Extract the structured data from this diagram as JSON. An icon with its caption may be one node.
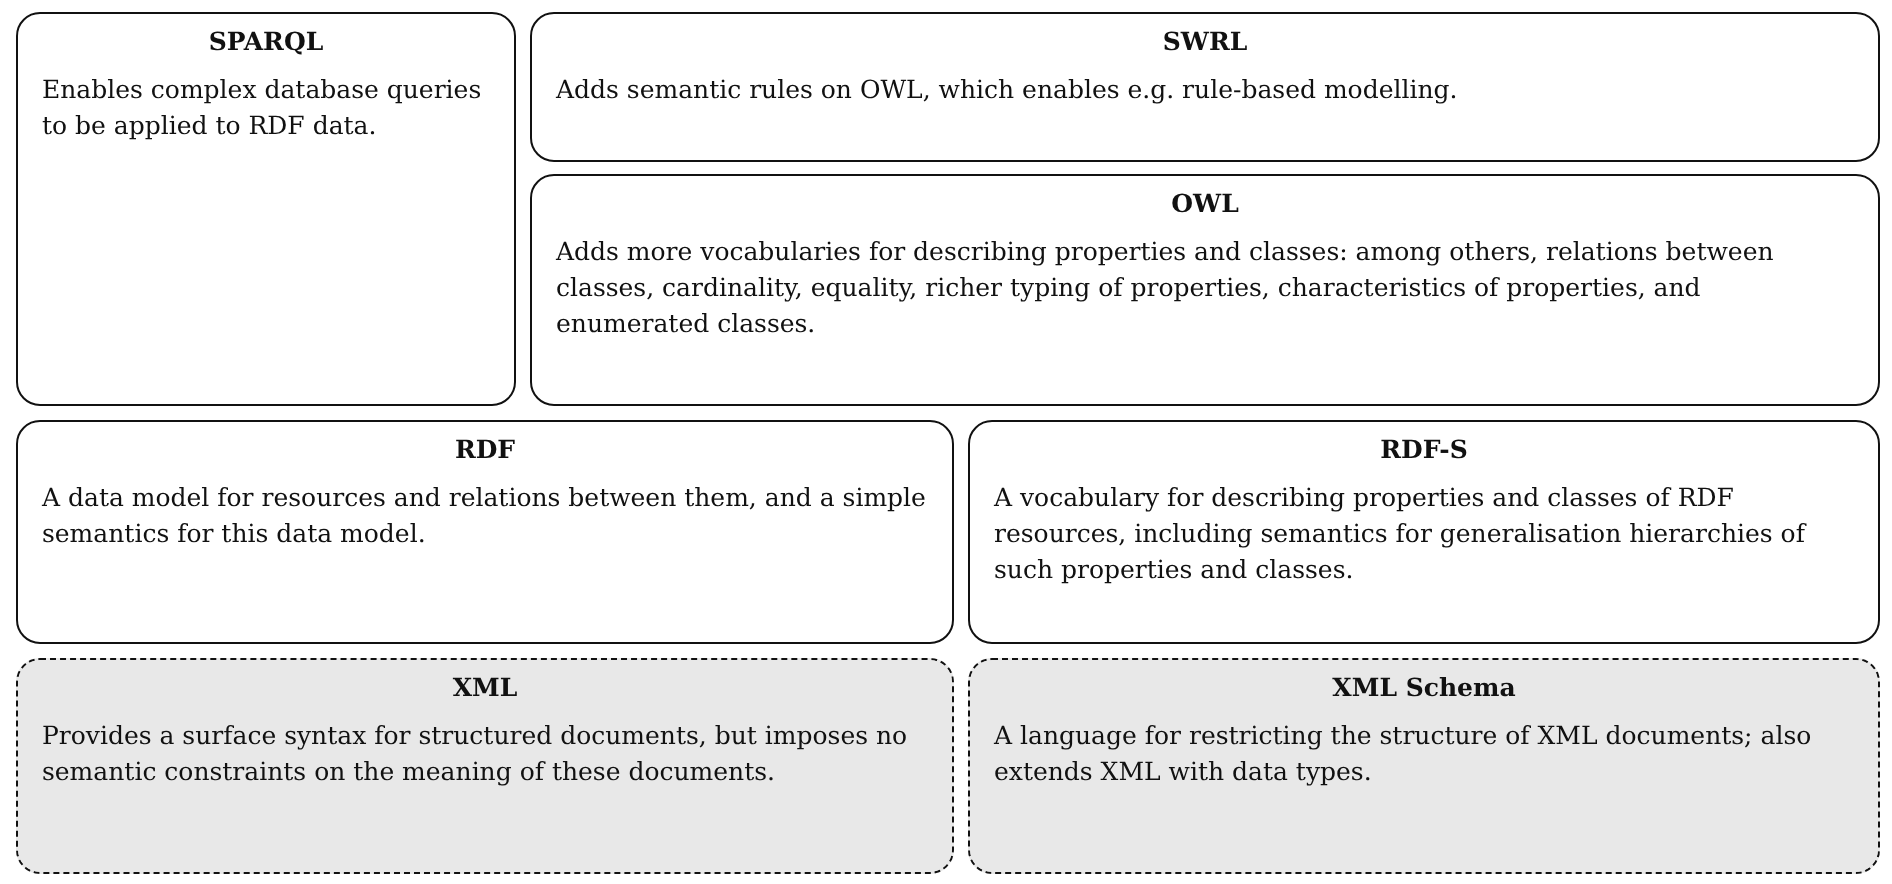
{
  "diagram": {
    "nodes": [
      {
        "text": [
          "SPARQL",
          "Enables complex database queries to be applied to RDF data."
        ]
      },
      {
        "text": [
          "SWRL",
          "Adds semantic rules on OWL, which enables e.g. rule-based modelling."
        ]
      },
      {
        "text": [
          "OWL",
          "Adds more vocabularies for describing properties and classes: among others, relations between classes, cardinality, equality, richer typing of properties, characteristics of properties, and enumerated classes."
        ]
      },
      {
        "text": [
          "RDF",
          "A data model for resources and relations between them, and a simple semantics for this data model."
        ]
      },
      {
        "text": [
          "RDF-S",
          "A vocabulary for describing properties and classes of RDF resources, including semantics for generalisation hierarchies of such properties and classes."
        ]
      },
      {
        "text": [
          "XML",
          "Provides a surface syntax for structured documents, but imposes no semantic constraints on the meaning of these documents."
        ]
      },
      {
        "text": [
          "XML Schema",
          "A language for restricting the structure of XML documents; also extends XML with data types."
        ]
      }
    ]
  }
}
